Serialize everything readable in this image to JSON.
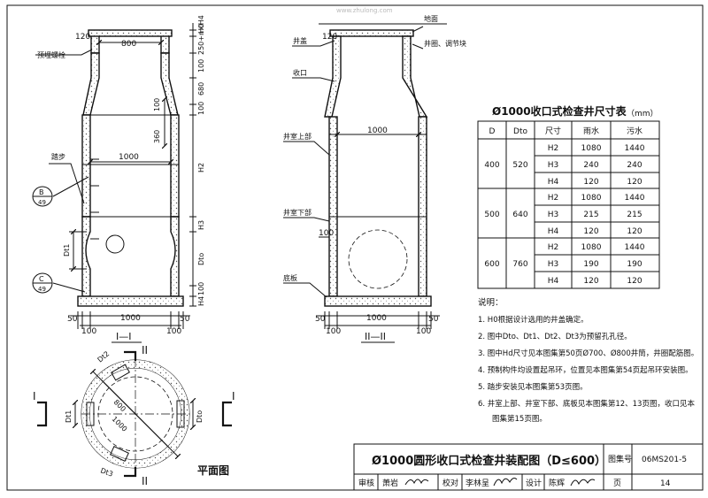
{
  "watermark": "www.zhulong.com",
  "section_1": {
    "title": "I—I",
    "dims_top": [
      "120",
      "800"
    ],
    "dims_right": [
      "H0",
      "250+n×H4",
      "100",
      "680",
      "100",
      "360",
      "100",
      "H2",
      "H3",
      "Dto",
      "100",
      "H4"
    ],
    "dims_bottom_a": [
      "50",
      "1000",
      "50"
    ],
    "dims_bottom_b": [
      "100",
      "100"
    ],
    "width_mid": "1000",
    "labels": [
      "预埋螺栓",
      "踏步",
      "Dt1"
    ],
    "callouts": [
      {
        "letter": "B",
        "sheet": "49"
      },
      {
        "letter": "C",
        "sheet": "49"
      }
    ]
  },
  "section_2": {
    "title": "II—II",
    "labels": [
      "井盖",
      "地面",
      "井圈、调节块",
      "收口",
      "井室上部",
      "井室下部",
      "底板"
    ],
    "dims": [
      "120",
      "1000",
      "100"
    ],
    "dims_bottom_a": [
      "50",
      "1000",
      "50"
    ],
    "dims_bottom_b": [
      "100",
      "100"
    ]
  },
  "table": {
    "title": "Ø1000收口式检查井尺寸表",
    "unit": "（mm）",
    "headers": [
      "D",
      "Dto",
      "尺寸",
      "雨水",
      "污水"
    ],
    "groups": [
      {
        "D": "400",
        "Dto": "520",
        "rows": [
          [
            "H2",
            "1080",
            "1440"
          ],
          [
            "H3",
            "240",
            "240"
          ],
          [
            "H4",
            "120",
            "120"
          ]
        ]
      },
      {
        "D": "500",
        "Dto": "640",
        "rows": [
          [
            "H2",
            "1080",
            "1440"
          ],
          [
            "H3",
            "215",
            "215"
          ],
          [
            "H4",
            "120",
            "120"
          ]
        ]
      },
      {
        "D": "600",
        "Dto": "760",
        "rows": [
          [
            "H2",
            "1080",
            "1440"
          ],
          [
            "H3",
            "190",
            "190"
          ],
          [
            "H4",
            "120",
            "120"
          ]
        ]
      }
    ]
  },
  "notes": {
    "heading": "说明：",
    "items": [
      "1.  H0根据设计选用的井盖确定。",
      "2.  图中Dto、Dt1、Dt2、Dt3为预留孔孔径。",
      "3.  图中Hd尺寸见本图集第50页Ø700、Ø800井筒，井圈配筋图。",
      "4.  预制构件均设置起吊环，位置见本图集第54页起吊环安装图。",
      "5.  踏步安装见本图集第53页图。",
      "6.  井室上部、井室下部、底板见本图集第12、13页图，收口见本"
    ],
    "continuation": "图集第15页图。"
  },
  "plan": {
    "title": "平面图",
    "labels": [
      "Dt2",
      "800",
      "1000",
      "Dt1",
      "Dto",
      "Dt3",
      "I",
      "I",
      "II",
      "II"
    ]
  },
  "title_block": {
    "drawing_title": "Ø1000圆形收口式检查井装配图（D≤600）",
    "atlas_label": "图集号",
    "atlas_no": "06MS201-5",
    "review_label": "审核",
    "reviewer": "萧岩",
    "check_label": "校对",
    "checker": "李林呈",
    "design_label": "设计",
    "designer": "陈辉",
    "page_label": "页",
    "page_no": "14"
  }
}
